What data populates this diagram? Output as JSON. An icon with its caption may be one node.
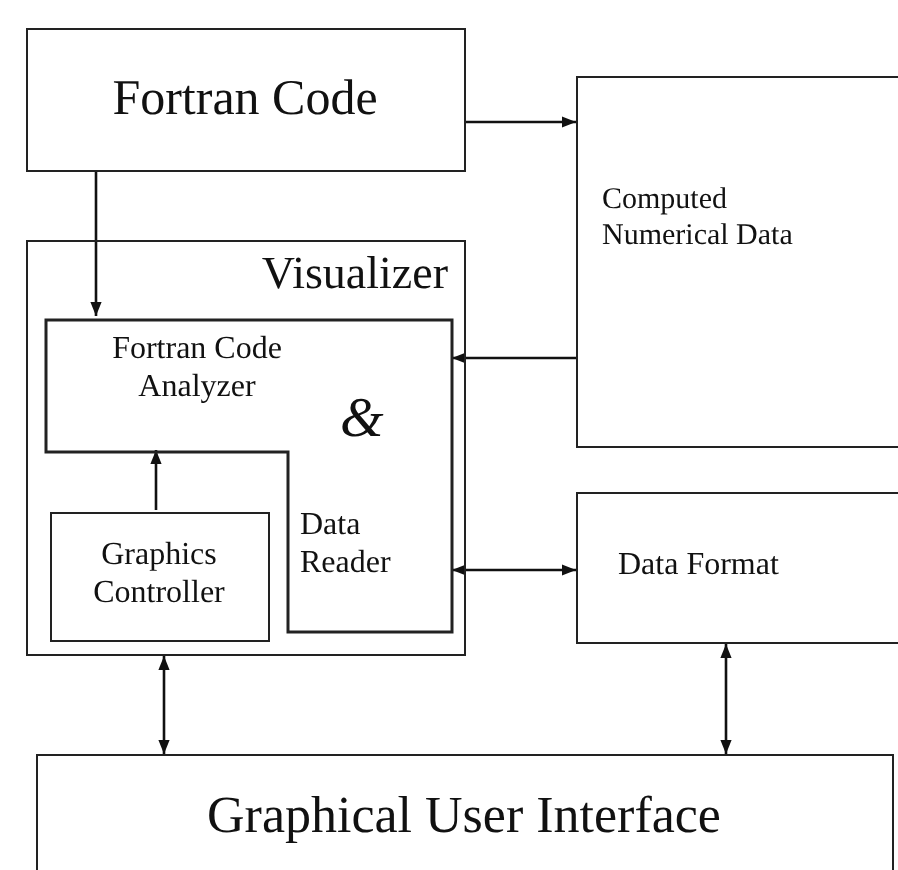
{
  "diagram": {
    "nodes": [
      {
        "text": [
          "Fortran Code"
        ]
      },
      {
        "text": [
          "Computed Numerical Data"
        ]
      },
      {
        "text": [
          "Visualizer"
        ]
      },
      {
        "text": [
          "Fortran Code Analyzer",
          "&",
          "Data Reader"
        ],
        "in": 2
      },
      {
        "text": [
          "Graphics Controller"
        ],
        "in": 2
      },
      {
        "text": [
          "Data Format"
        ]
      },
      {
        "text": [
          "Graphical User Interface"
        ]
      }
    ],
    "edges": [
      {
        "from": 0,
        "to": 1,
        "arrow": "to"
      },
      {
        "from": 0,
        "to": 3,
        "arrow": "to"
      },
      {
        "from": 1,
        "to": 3,
        "arrow": "to"
      },
      {
        "from": 4,
        "to": 3,
        "arrow": "to"
      },
      {
        "from": 3,
        "to": 5,
        "arrow": "both"
      },
      {
        "from": 2,
        "to": 6,
        "arrow": "both"
      },
      {
        "from": 5,
        "to": 6,
        "arrow": "both"
      }
    ]
  }
}
